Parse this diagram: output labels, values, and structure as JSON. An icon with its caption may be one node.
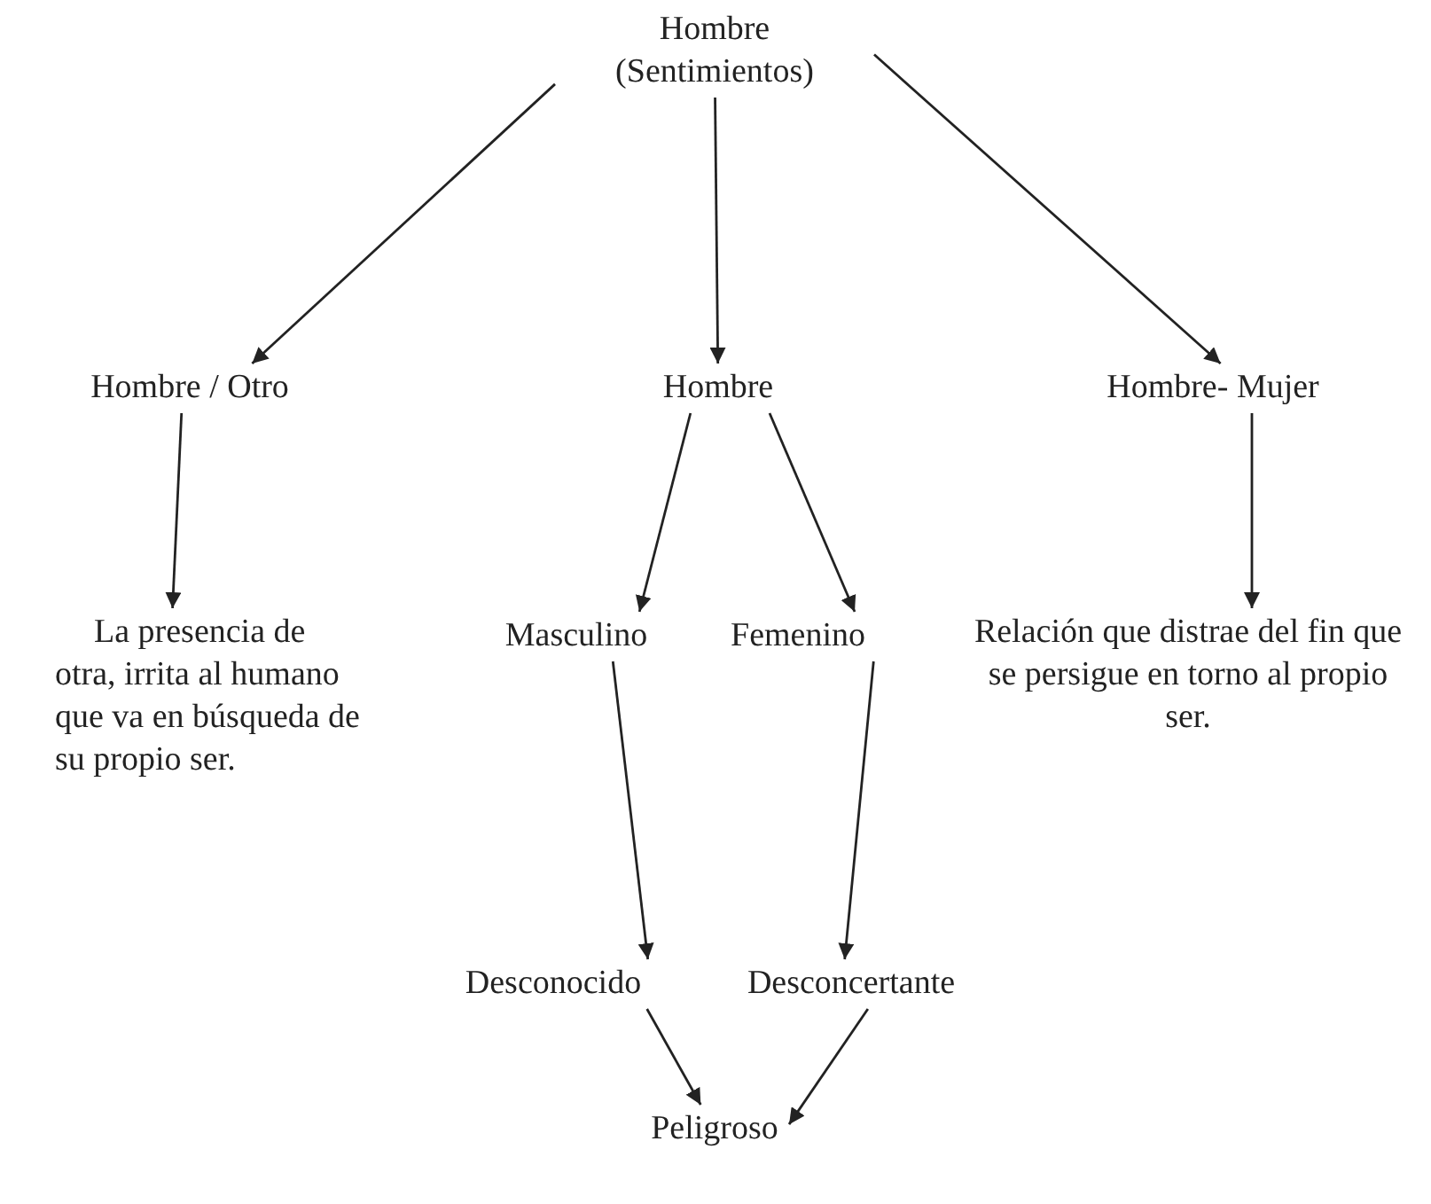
{
  "diagram": {
    "nodes": [
      {
        "text": [
          "Hombre (Sentimientos)"
        ]
      },
      {
        "text": [
          "Hombre / Otro"
        ]
      },
      {
        "text": [
          "Hombre"
        ]
      },
      {
        "text": [
          "Hombre- Mujer"
        ]
      },
      {
        "text": [
          "La presencia de otra, irrita al humano que va en búsqueda de su propio ser."
        ]
      },
      {
        "text": [
          "Masculino"
        ]
      },
      {
        "text": [
          "Femenino"
        ]
      },
      {
        "text": [
          "Relación que distrae del fin que se persigue en torno al propio ser."
        ]
      },
      {
        "text": [
          "Desconocido"
        ]
      },
      {
        "text": [
          "Desconcertante"
        ]
      },
      {
        "text": [
          "Peligroso"
        ]
      }
    ],
    "edges": [
      {
        "from": 0,
        "to": 1,
        "arrow": "to"
      },
      {
        "from": 0,
        "to": 2,
        "arrow": "to"
      },
      {
        "from": 0,
        "to": 3,
        "arrow": "to"
      },
      {
        "from": 1,
        "to": 4,
        "arrow": "to"
      },
      {
        "from": 2,
        "to": 5,
        "arrow": "to"
      },
      {
        "from": 2,
        "to": 6,
        "arrow": "to"
      },
      {
        "from": 3,
        "to": 7,
        "arrow": "to"
      },
      {
        "from": 5,
        "to": 8,
        "arrow": "to"
      },
      {
        "from": 6,
        "to": 9,
        "arrow": "to"
      },
      {
        "from": 8,
        "to": 10,
        "arrow": "to"
      },
      {
        "from": 9,
        "to": 10,
        "arrow": "to"
      }
    ]
  }
}
